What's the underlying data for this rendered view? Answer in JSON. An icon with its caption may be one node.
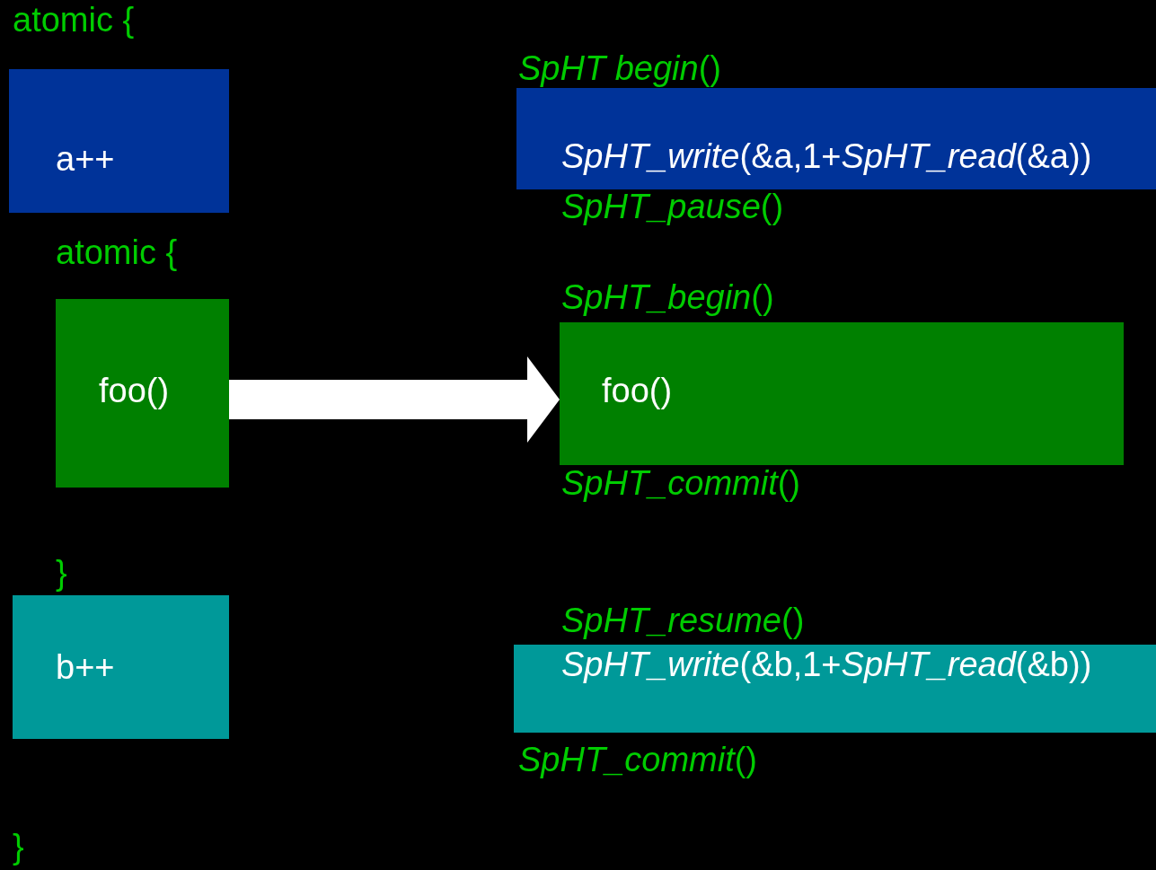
{
  "diagram": {
    "nodes": [
      {
        "text": [
          "a++"
        ]
      },
      {
        "text": [
          "foo()"
        ]
      },
      {
        "text": [
          "b++"
        ]
      },
      {
        "text": [
          "*SpHT_write*(&a,1+*SpHT_read*(&a))"
        ]
      },
      {
        "text": [
          "foo()"
        ]
      },
      {
        "text": [
          "*SpHT_write*(&b,1+*SpHT_read*(&b))"
        ]
      }
    ],
    "edges": [
      {
        "from": 1,
        "to": 4,
        "arrow": "to",
        "style": "thick",
        "color": "#ffffff"
      }
    ],
    "labels": [
      "atomic {",
      "*SpHT begin*()",
      "*SpHT_pause*()",
      "atomic {",
      "*SpHT_begin*()",
      "*SpHT_commit*()",
      "}",
      "*SpHT_resume*()",
      "*SpHT_commit*()",
      "}"
    ]
  }
}
